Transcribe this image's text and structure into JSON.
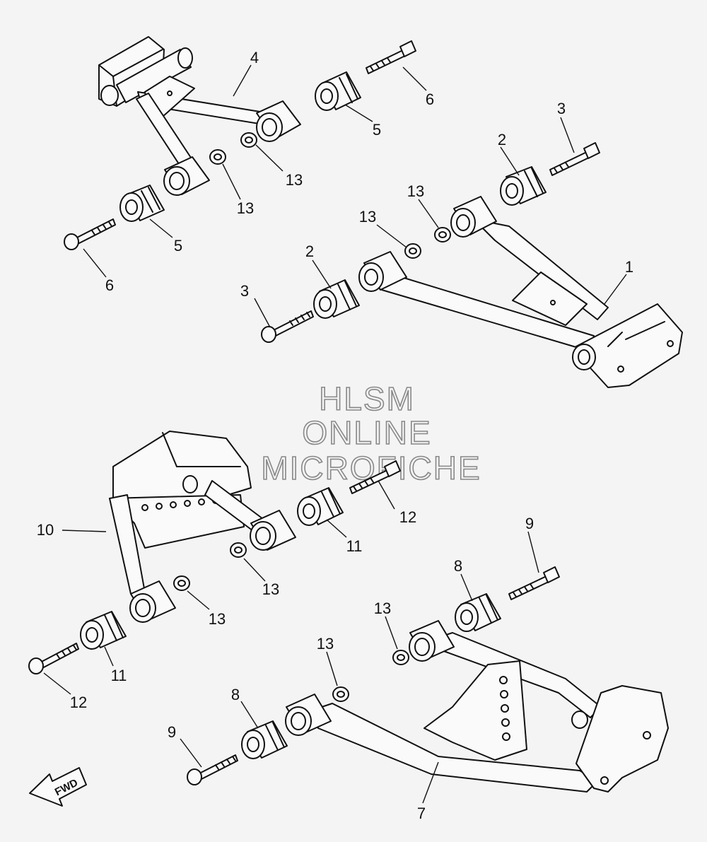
{
  "watermark": {
    "line1": "HLSM",
    "line2": "ONLINE",
    "line3": "MICROFICHE"
  },
  "direction_label": "FWD",
  "callouts": [
    {
      "id": "c1",
      "text": "1"
    },
    {
      "id": "c2a",
      "text": "2"
    },
    {
      "id": "c2b",
      "text": "2"
    },
    {
      "id": "c3a",
      "text": "3"
    },
    {
      "id": "c3b",
      "text": "3"
    },
    {
      "id": "c4",
      "text": "4"
    },
    {
      "id": "c5a",
      "text": "5"
    },
    {
      "id": "c5b",
      "text": "5"
    },
    {
      "id": "c6a",
      "text": "6"
    },
    {
      "id": "c6b",
      "text": "6"
    },
    {
      "id": "c7",
      "text": "7"
    },
    {
      "id": "c8a",
      "text": "8"
    },
    {
      "id": "c8b",
      "text": "8"
    },
    {
      "id": "c9a",
      "text": "9"
    },
    {
      "id": "c9b",
      "text": "9"
    },
    {
      "id": "c10",
      "text": "10"
    },
    {
      "id": "c11a",
      "text": "11"
    },
    {
      "id": "c11b",
      "text": "11"
    },
    {
      "id": "c12a",
      "text": "12"
    },
    {
      "id": "c12b",
      "text": "12"
    },
    {
      "id": "c13a",
      "text": "13"
    },
    {
      "id": "c13b",
      "text": "13"
    },
    {
      "id": "c13c",
      "text": "13"
    },
    {
      "id": "c13d",
      "text": "13"
    },
    {
      "id": "c13e",
      "text": "13"
    },
    {
      "id": "c13f",
      "text": "13"
    },
    {
      "id": "c13g",
      "text": "13"
    },
    {
      "id": "c13h",
      "text": "13"
    }
  ]
}
